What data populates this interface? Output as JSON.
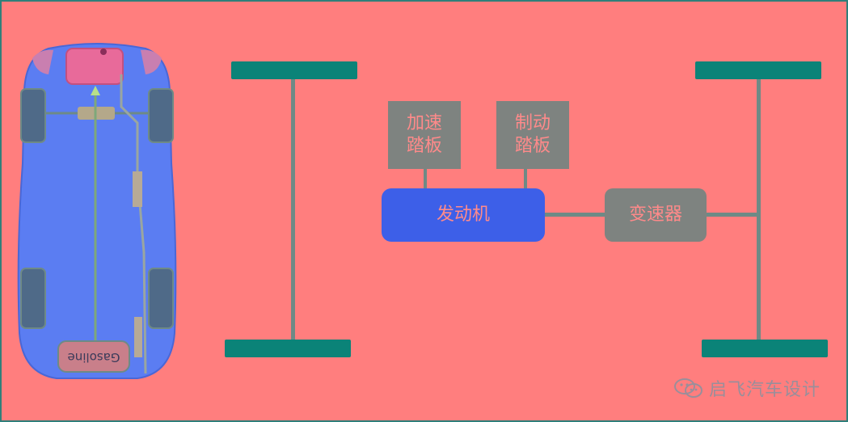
{
  "car": {
    "fuel_tank_label": "Gasoline"
  },
  "diagram": {
    "accelerator_pedal_label": "加速\n踏板",
    "brake_pedal_label": "制动\n踏板",
    "engine_label": "发动机",
    "transmission_label": "变速器"
  },
  "watermark": {
    "text": "启飞汽车设计",
    "icon": "wechat-icon"
  },
  "colors": {
    "background": "#ff7e7e",
    "axle": "#0b8378",
    "engine": "#3d5fe8",
    "gray_box": "#7e8380",
    "car_body": "#5b7df2"
  }
}
